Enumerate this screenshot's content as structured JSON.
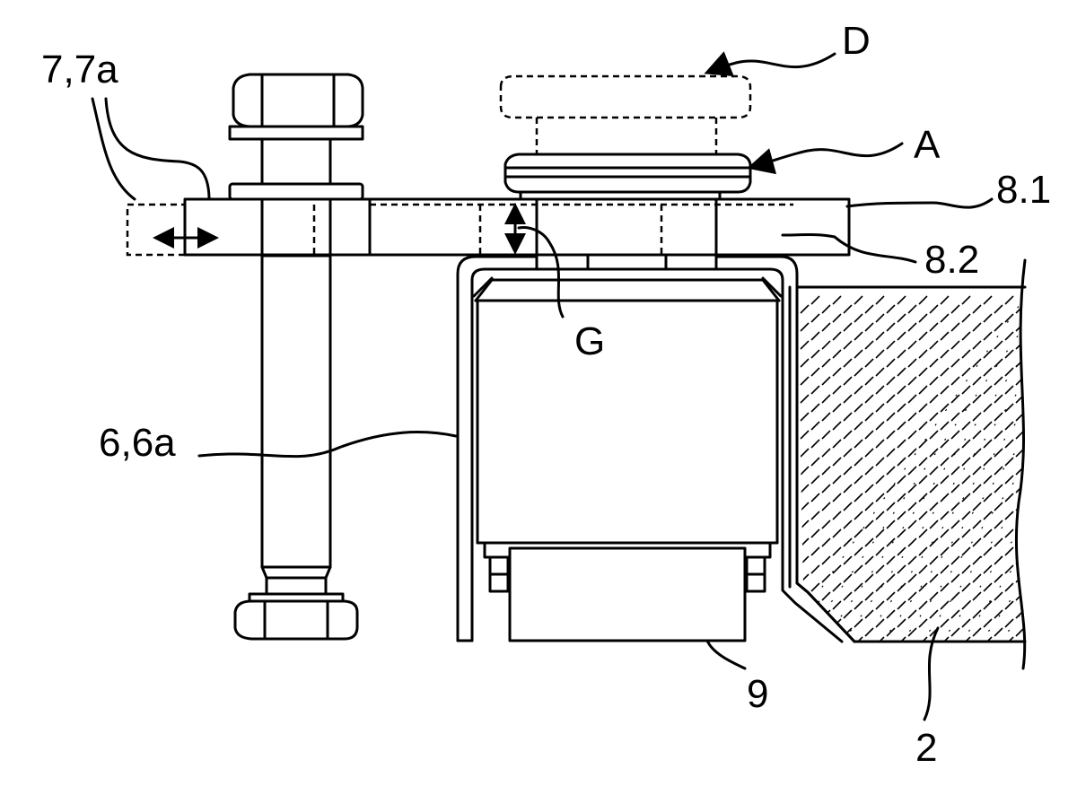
{
  "figure": {
    "labels": {
      "D": "D",
      "A": "A",
      "bar_7": "7,7a",
      "plate_8_1": "8.1",
      "plate_8_2": "8.2",
      "gap_G": "G",
      "profile_6": "6,6a",
      "block_9": "9",
      "wall_2": "2"
    }
  }
}
